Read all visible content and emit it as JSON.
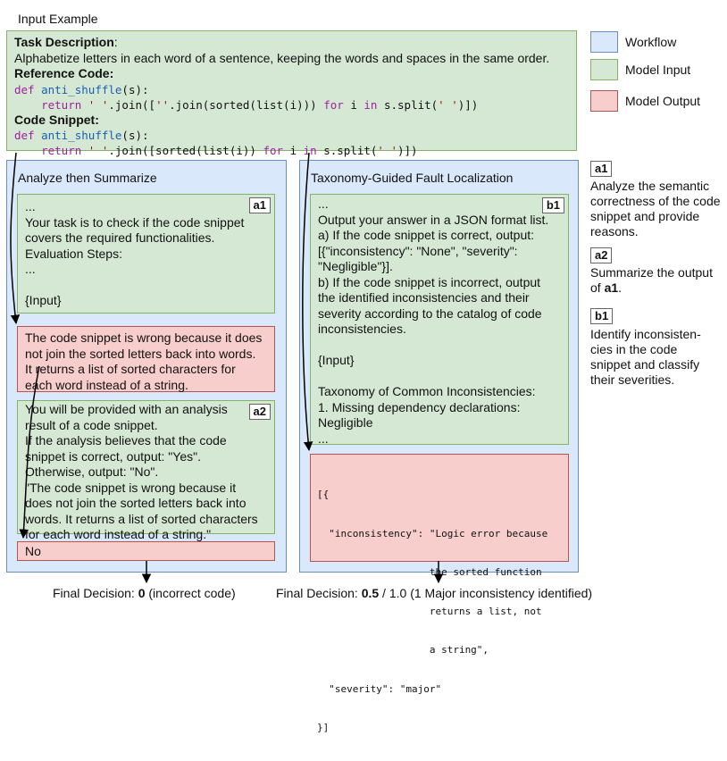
{
  "heading": "Input Example",
  "input": {
    "task_title": "Task Description",
    "task_colon": ":",
    "task_text": "Alphabetize letters in each word of a sentence, keeping the words and spaces in the same order.",
    "ref_title": "Reference Code:",
    "ref_line1": {
      "kw": "def ",
      "fn": "anti_shuffle",
      "rest": "(s):"
    },
    "ref_line2": {
      "indent": "    ",
      "kw": "return",
      "s1": " ",
      "str1": "' '",
      "s2": ".join([",
      "str2": "''",
      "s3": ".join(sorted(list(i))) ",
      "kw2": "for",
      "s4": " i ",
      "kw3": "in",
      "s5": " s.split(",
      "str3": "' '",
      "s6": ")])"
    },
    "snip_title": "Code Snippet:",
    "snip_line1": {
      "kw": "def ",
      "fn": "anti_shuffle",
      "rest": "(s):"
    },
    "snip_line2": {
      "indent": "    ",
      "kw": "return",
      "s1": " ",
      "str1": "' '",
      "s2": ".join([sorted(list(i)) ",
      "kw2": "for",
      "s4": " i ",
      "kw3": "in",
      "s5": " s.split(",
      "str3": "' '",
      "s6": ")])"
    }
  },
  "legend": {
    "workflow": "Workflow",
    "model_input": "Model Input",
    "model_output": "Model Output",
    "colors": {
      "workflow": "#dae8fc",
      "input": "#d5e8d4",
      "output": "#f8cecc"
    }
  },
  "left_panel": {
    "title": "Analyze then Summarize",
    "a1": {
      "tag": "a1",
      "lines": [
        "...",
        "Your task is to check if the code snippet",
        "covers the required functionalities.",
        "Evaluation Steps:",
        "...",
        "",
        "{Input}"
      ]
    },
    "out1": {
      "lines": [
        "The code snippet is wrong because it does",
        "not join the sorted letters back into words.",
        "It returns a list of sorted characters for",
        "each word instead of a string."
      ]
    },
    "a2": {
      "tag": "a2",
      "lines": [
        "You will be provided with an analysis",
        "result of a code snippet.",
        "If the analysis believes that the code",
        "snippet is correct, output: \"Yes\".",
        "Otherwise, output: \"No\".",
        "\"The code snippet is wrong because it",
        "does not join the sorted letters back into",
        "words. It returns a list of sorted characters",
        "for each word instead of a string.\""
      ]
    },
    "out2": "No"
  },
  "right_panel": {
    "title": "Taxonomy-Guided Fault Localization",
    "b1": {
      "tag": "b1",
      "lines": [
        "...",
        "Output your answer in a JSON format list.",
        "a) If the code snippet is correct, output:",
        "[{\"inconsistency\": \"None\", \"severity\":",
        "\"Negligible\"}].",
        "b) If the code snippet is incorrect, output",
        "the identified inconsistencies and their",
        "severity according to the catalog of code",
        "inconsistencies.",
        "",
        "{Input}",
        "",
        "Taxonomy of Common Inconsistencies:",
        "1. Missing dependency declarations:",
        "Negligible",
        "..."
      ]
    },
    "out_code": [
      "[{",
      "  \"inconsistency\": \"Logic error because",
      "                   the sorted function",
      "                   returns a list, not",
      "                   a string\",",
      "  \"severity\": \"major\"",
      "}]"
    ]
  },
  "decisions": {
    "left_prefix": "Final Decision: ",
    "left_value": "0",
    "left_suffix": " (incorrect code)",
    "right_prefix": "Final Decision: ",
    "right_value": "0.5",
    "right_suffix": " / 1.0 (1 Major inconsistency identified)"
  },
  "side_notes": {
    "a1_tag": "a1",
    "a1_text": "Analyze the semantic correctness of the code snippet and provide reasons.",
    "a2_tag": "a2",
    "a2_text_before": "Summarize the output of ",
    "a2_text_bold": "a1",
    "a2_text_after": ".",
    "b1_tag": "b1",
    "b1_text": "Identify inconsisten-cies in the code snippet and classify their severities."
  }
}
